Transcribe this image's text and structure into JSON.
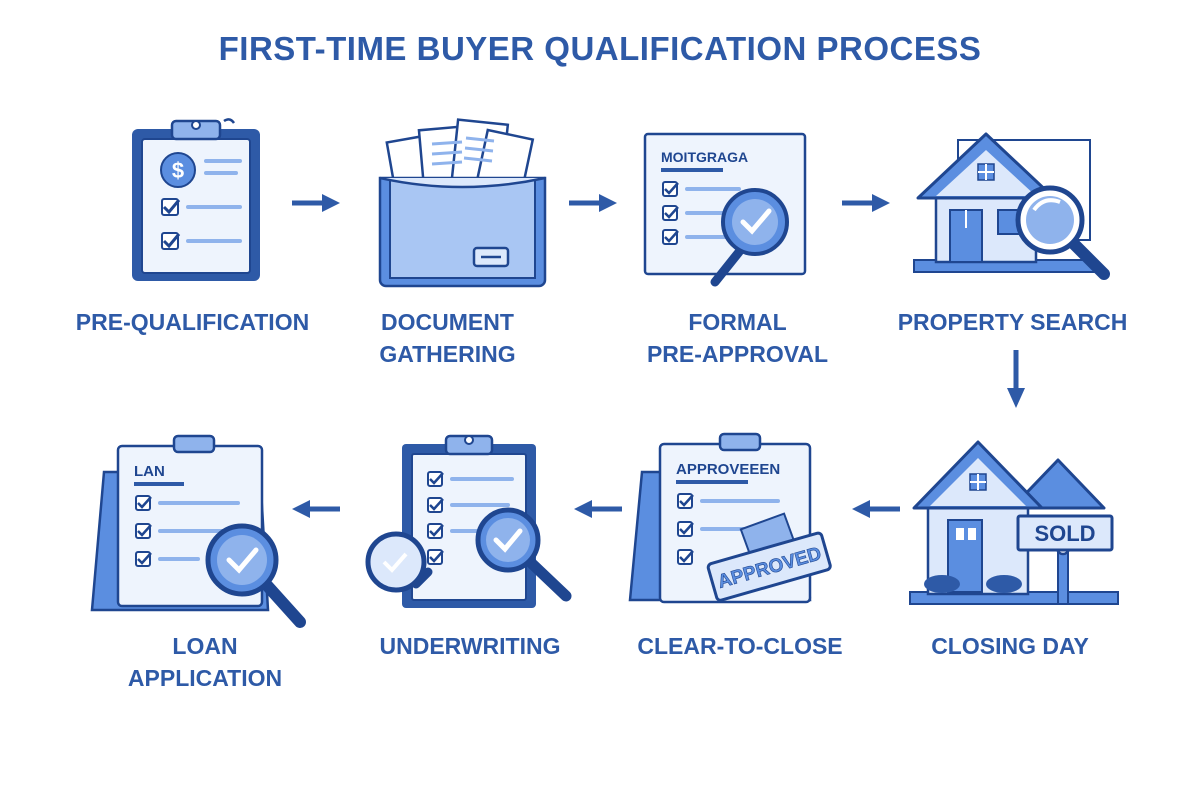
{
  "title": "FIRST-TIME BUYER QUALIFICATION PROCESS",
  "colors": {
    "primary": "#2e5aa7",
    "dark": "#1f4690",
    "light": "#dce8fb",
    "mid": "#8fb3ec"
  },
  "steps": [
    {
      "order": 1,
      "icon": "clipboard-dollar-icon",
      "lines": [
        "PRE-QUALIFICATION"
      ]
    },
    {
      "order": 2,
      "icon": "document-folder-icon",
      "lines": [
        "DOCUMENT",
        "GATHERING"
      ]
    },
    {
      "order": 3,
      "icon": "approval-form-magnifier-icon",
      "lines": [
        "FORMAL",
        "PRE-APPROVAL"
      ],
      "doc_text": "MOITGRAGA"
    },
    {
      "order": 4,
      "icon": "house-magnifier-icon",
      "lines": [
        "PROPERTY SEARCH"
      ]
    },
    {
      "order": 5,
      "icon": "sold-house-icon",
      "lines": [
        "CLOSING DAY"
      ],
      "sign_text": "SOLD"
    },
    {
      "order": 6,
      "icon": "approved-stamp-clipboard-icon",
      "lines": [
        "CLEAR-TO-CLOSE"
      ],
      "doc_text": "APPROVEEEN",
      "stamp_text": "APPROVED"
    },
    {
      "order": 7,
      "icon": "clipboard-magnifiers-icon",
      "lines": [
        "UNDERWRITING"
      ]
    },
    {
      "order": 8,
      "icon": "loan-clipboard-magnifier-icon",
      "lines": [
        "LOAN",
        "APPLICATION"
      ],
      "doc_text": "LAN"
    }
  ]
}
